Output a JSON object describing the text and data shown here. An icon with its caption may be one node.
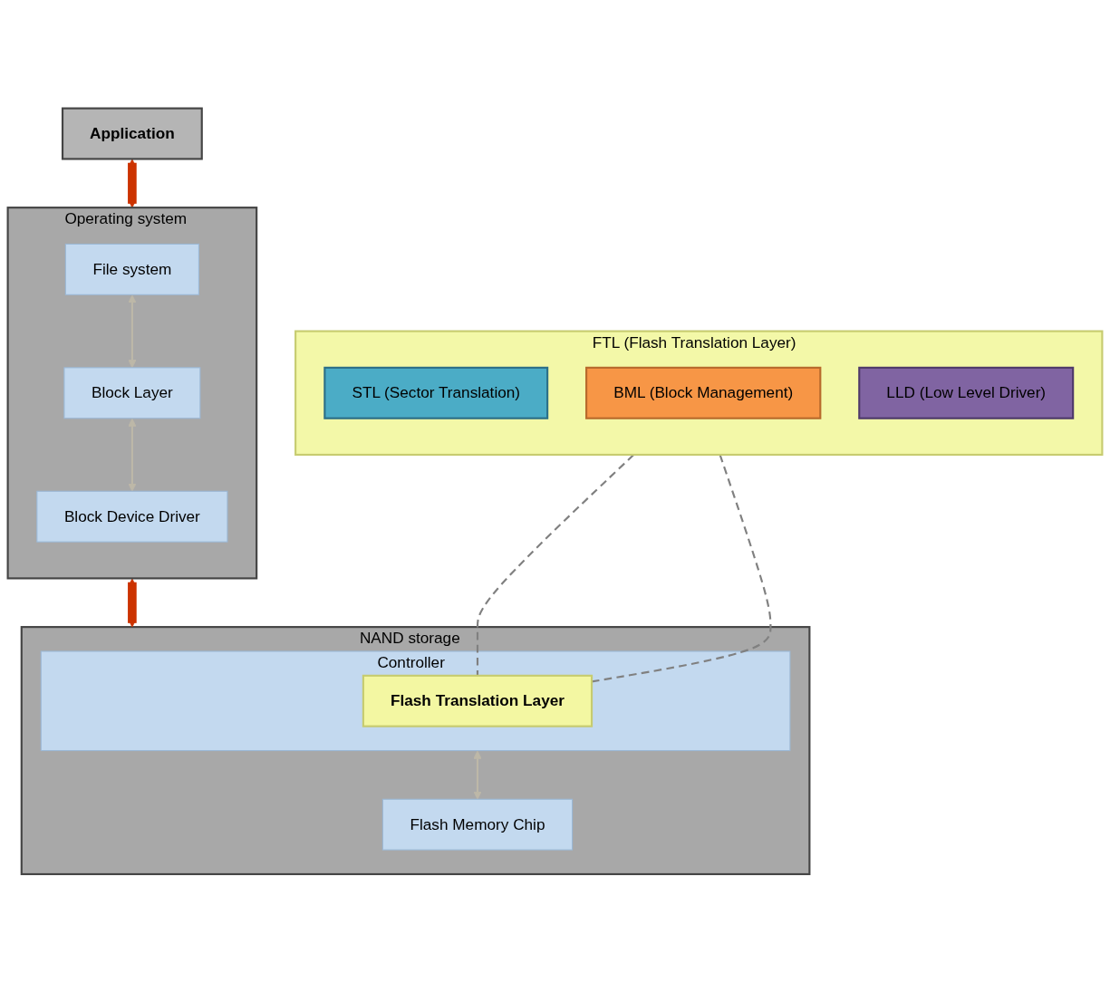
{
  "diagram": {
    "nodes": [
      {
        "text": [
          "Application"
        ]
      },
      {
        "text": [
          "Operating system"
        ]
      },
      {
        "text": [
          "File system"
        ],
        "in": 1
      },
      {
        "text": [
          "Block Layer"
        ],
        "in": 1
      },
      {
        "text": [
          "Block Device Driver"
        ],
        "in": 1
      },
      {
        "text": [
          "NAND storage"
        ]
      },
      {
        "text": [
          "Controller"
        ],
        "in": 5
      },
      {
        "text": [
          "Flash Translation Layer"
        ],
        "in": 6
      },
      {
        "text": [
          "Flash Memory Chip"
        ],
        "in": 5
      },
      {
        "text": [
          "FTL (Flash Translation Layer)"
        ]
      },
      {
        "text": [
          "STL (Sector Translation)"
        ],
        "in": 9
      },
      {
        "text": [
          "BML (Block Management)"
        ],
        "in": 9
      },
      {
        "text": [
          "LLD (Low Level Driver)"
        ],
        "in": 9
      }
    ],
    "edges": [
      {
        "from": 0,
        "to": 1,
        "arrow": "both",
        "style": "thick",
        "color": "#cc3300"
      },
      {
        "from": 2,
        "to": 3,
        "arrow": "both"
      },
      {
        "from": 3,
        "to": 4,
        "arrow": "both"
      },
      {
        "from": 1,
        "to": 5,
        "arrow": "both",
        "style": "thick",
        "color": "#cc3300"
      },
      {
        "from": 6,
        "to": 8,
        "arrow": "both"
      },
      {
        "from": 9,
        "to": 7,
        "arrow": "none",
        "style": "dashed",
        "color": "#808080"
      },
      {
        "from": 9,
        "to": 7,
        "arrow": "none",
        "style": "dashed",
        "color": "#808080"
      }
    ]
  }
}
